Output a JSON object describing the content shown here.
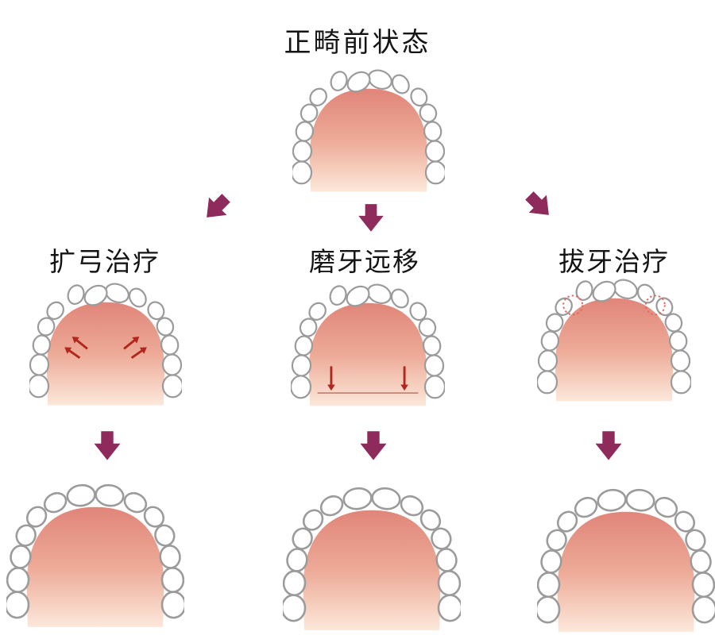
{
  "title": "正畸前状态",
  "sections": [
    {
      "label": "扩弓治疗",
      "annotation": "expansion-arrows"
    },
    {
      "label": "磨牙远移",
      "annotation": "distalization-arrows"
    },
    {
      "label": "拔牙治疗",
      "annotation": "extraction-markers"
    }
  ],
  "colors": {
    "flow_arrow": "#8e2b5c",
    "annotation_red": "#b2261d",
    "extraction_circle": "#e06a5a",
    "tooth_outline": "#9b9b9b",
    "palate_top": "#e0857a",
    "palate_mid": "#edaa97",
    "palate_bottom": "#fce8da"
  }
}
